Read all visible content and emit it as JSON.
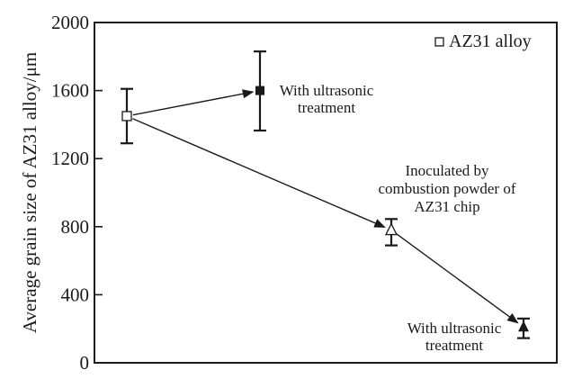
{
  "chart_data": {
    "type": "scatter",
    "title": "",
    "xlabel": "",
    "ylabel": "Average grain size of AZ31 alloy/μm",
    "ylim": [
      0,
      2000
    ],
    "yticks": [
      0,
      400,
      800,
      1200,
      1600,
      2000
    ],
    "ytick_labels": [
      "0",
      "400",
      "800",
      "1200",
      "1600",
      "2000"
    ],
    "grid": false,
    "legend": {
      "position": "top-right",
      "entries": [
        {
          "label": "AZ31 alloy",
          "marker": "open-square"
        }
      ]
    },
    "points": [
      {
        "id": "as-cast",
        "x": 1,
        "y": 1450,
        "err_low": 1290,
        "err_high": 1610,
        "marker": "open-square",
        "label": ""
      },
      {
        "id": "ultrasonic",
        "x": 2,
        "y": 1600,
        "err_low": 1365,
        "err_high": 1830,
        "marker": "filled-square",
        "label_lines": [
          "With ultrasonic",
          "treatment"
        ]
      },
      {
        "id": "inoculated",
        "x": 3,
        "y": 780,
        "err_low": 690,
        "err_high": 845,
        "marker": "open-triangle",
        "label_lines": [
          "Inoculated by",
          "combustion powder of",
          "AZ31 chip"
        ]
      },
      {
        "id": "inoculated-ultrasonic",
        "x": 4,
        "y": 210,
        "err_low": 145,
        "err_high": 260,
        "marker": "filled-triangle",
        "label_lines": [
          "With ultrasonic",
          "treatment"
        ]
      }
    ],
    "arrows": [
      {
        "from": "as-cast",
        "to": "ultrasonic"
      },
      {
        "from": "as-cast",
        "to": "inoculated"
      },
      {
        "from": "inoculated",
        "to": "inoculated-ultrasonic"
      }
    ],
    "xlim": [
      0.6,
      4.4
    ]
  }
}
